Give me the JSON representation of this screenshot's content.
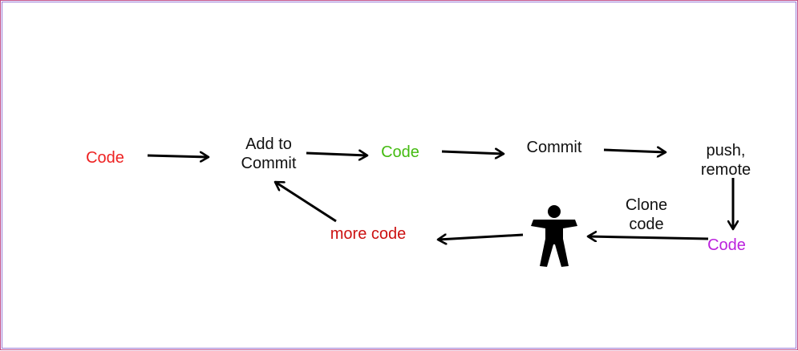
{
  "nodes": {
    "code_start": {
      "text": "Code",
      "color": "#ee2222"
    },
    "add_to_commit": {
      "line1": "Add to",
      "line2": "Commit",
      "color": "#111111"
    },
    "code_green": {
      "text": "Code",
      "color": "#44bb11"
    },
    "commit": {
      "text": "Commit",
      "color": "#111111"
    },
    "push_remote": {
      "line1": "push,",
      "line2": "remote",
      "color": "#111111"
    },
    "code_purple": {
      "text": "Code",
      "color": "#bb22dd"
    },
    "clone_code": {
      "line1": "Clone",
      "line2": "code",
      "color": "#111111"
    },
    "more_code": {
      "text": "more code",
      "color": "#cc1111"
    }
  },
  "icons": {
    "person": "accessibility-person-icon"
  }
}
